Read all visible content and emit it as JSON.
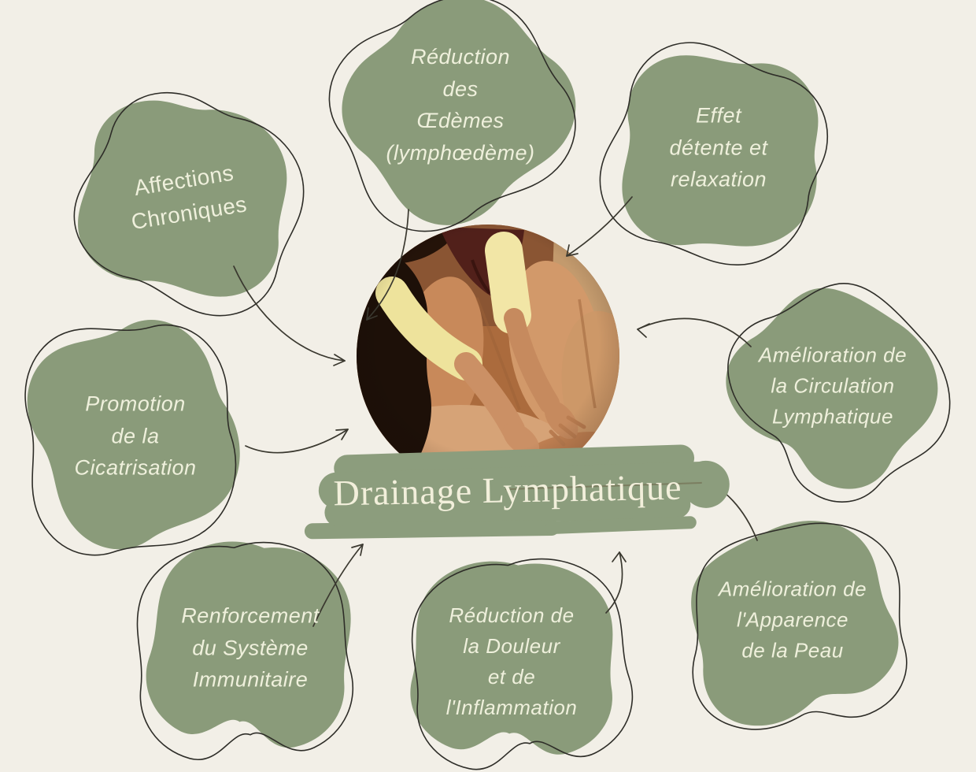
{
  "title": {
    "text": "Drainage Lymphatique"
  },
  "nodes": [
    {
      "id": "affections",
      "label": "Affections\nChroniques"
    },
    {
      "id": "oedemes",
      "label": "Réduction\ndes\nŒdèmes\n(lymphœdème)"
    },
    {
      "id": "detente",
      "label": "Effet\ndétente et\nrelaxation"
    },
    {
      "id": "circulation",
      "label": "Amélioration de\nla Circulation\nLymphatique"
    },
    {
      "id": "apparence",
      "label": "Amélioration de\nl'Apparence\nde la Peau"
    },
    {
      "id": "douleur",
      "label": "Réduction de\nla Douleur\net de\nl'Inflammation"
    },
    {
      "id": "immunitaire",
      "label": "Renforcement\ndu Système\nImmunitaire"
    },
    {
      "id": "cicatrisation",
      "label": "Promotion\nde la\nCicatrisation"
    }
  ],
  "colors": {
    "background": "#f2efe7",
    "blob": "#8a9b7a",
    "brush": "#8c9d7d",
    "outline": "#2e2d28",
    "arrow": "#3a382f",
    "node_text": "#eff0dc",
    "title_text": "#f2efdb"
  }
}
